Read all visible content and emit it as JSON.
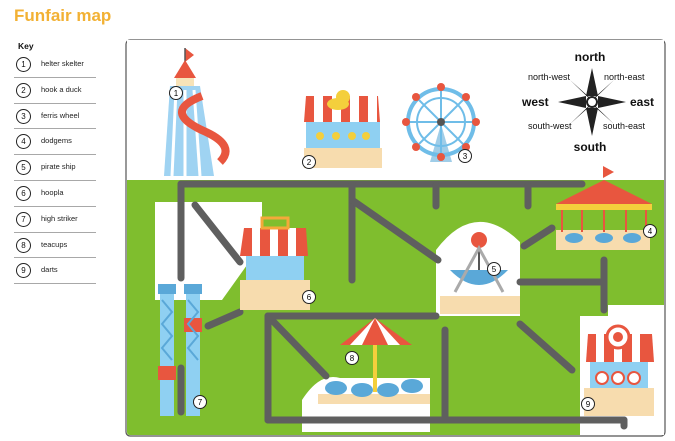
{
  "title": "Funfair map",
  "key": {
    "heading": "Key",
    "items": [
      {
        "num": "1",
        "label": "helter skelter"
      },
      {
        "num": "2",
        "label": "hook a duck"
      },
      {
        "num": "3",
        "label": "ferris wheel"
      },
      {
        "num": "4",
        "label": "dodgems"
      },
      {
        "num": "5",
        "label": "pirate ship"
      },
      {
        "num": "6",
        "label": "hoopla"
      },
      {
        "num": "7",
        "label": "high striker"
      },
      {
        "num": "8",
        "label": "teacups"
      },
      {
        "num": "9",
        "label": "darts"
      }
    ]
  },
  "compass": {
    "north": "north",
    "south": "south",
    "east": "east",
    "west": "west",
    "north_east": "north-east",
    "north_west": "north-west",
    "south_east": "south-east",
    "south_west": "south-west"
  },
  "markers": {
    "m1": "1",
    "m2": "2",
    "m3": "3",
    "m4": "4",
    "m5": "5",
    "m6": "6",
    "m7": "7",
    "m8": "8",
    "m9": "9"
  },
  "colors": {
    "title": "#f2b134",
    "grass": "#7fbe2e",
    "path": "#5f5f5f",
    "awning_red": "#e8563f",
    "ride_blue": "#6fbde8",
    "border": "#555555"
  }
}
